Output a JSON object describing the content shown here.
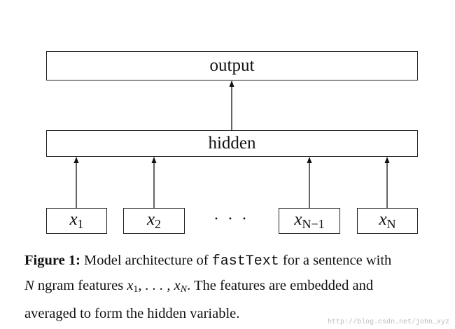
{
  "diagram": {
    "output_label": "output",
    "hidden_label": "hidden",
    "inputs": [
      {
        "var": "x",
        "sub": "1"
      },
      {
        "var": "x",
        "sub": "2"
      },
      {
        "var": "x",
        "sub": "N−1"
      },
      {
        "var": "x",
        "sub": "N"
      }
    ],
    "ellipsis": "· · ·"
  },
  "caption": {
    "figure_label": "Figure 1:",
    "line1_pre": " Model architecture of ",
    "code": "fastText",
    "line1_post": " for a sentence with",
    "n_var": "N",
    "line2_mid": " ngram features ",
    "features_expr": "x1, . . . , xN",
    "line2_post": ". The features are embedded and",
    "line3": "averaged to form the hidden variable."
  },
  "watermark": "http://blog.csdn.net/john_xyz"
}
